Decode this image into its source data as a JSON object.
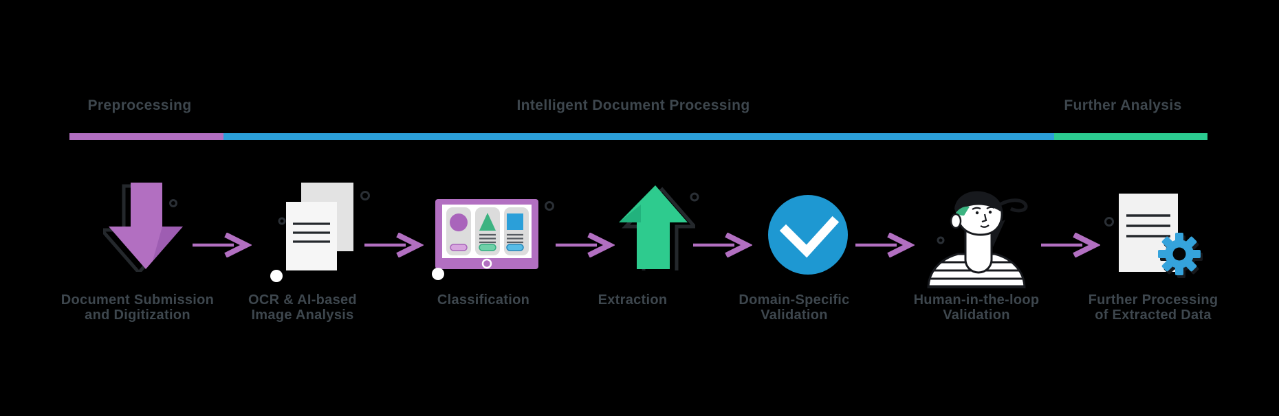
{
  "page": {
    "background": "#000000",
    "kind": "process-flow-diagram"
  },
  "timeline": {
    "sections": [
      {
        "label": "Preprocessing",
        "color": "#b26fc1"
      },
      {
        "label": "Intelligent Document Processing",
        "color": "#2b9fd9"
      },
      {
        "label": "Further Analysis",
        "color": "#2bcb90"
      }
    ]
  },
  "stages": [
    {
      "icon": "download-arrow-icon",
      "label": "Document Submission\nand Digitization"
    },
    {
      "icon": "documents-icon",
      "label": "OCR & AI-based\nImage Analysis"
    },
    {
      "icon": "classification-board-icon",
      "label": "Classification"
    },
    {
      "icon": "upload-arrow-icon",
      "label": "Extraction"
    },
    {
      "icon": "check-circle-icon",
      "label": "Domain-Specific\nValidation"
    },
    {
      "icon": "person-icon",
      "label": "Human-in-the-loop\nValidation"
    },
    {
      "icon": "document-gear-icon",
      "label": "Further Processing\nof Extracted Data"
    }
  ],
  "colors": {
    "label_text": "#3e474e",
    "purple": "#b26fc1",
    "blue": "#2b9fd9",
    "deep_blue_circle": "#1e98d2",
    "green": "#2ecb8e",
    "ink_outline": "#24282c",
    "page_front": "#f6f6f6",
    "page_back": "#e3e3e3",
    "card_gray": "#dcdcdc",
    "gear_blue": "#35a3dc"
  }
}
